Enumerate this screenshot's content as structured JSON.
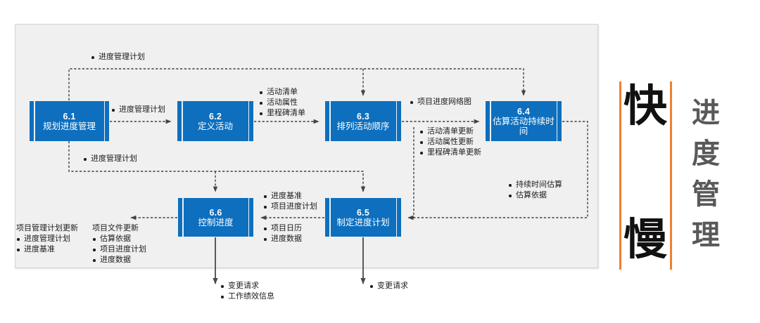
{
  "diagram": {
    "title": "进度管理",
    "side_marks": [
      "快",
      "慢"
    ],
    "accent_color": "#ef8030",
    "box_color": "#0d6fbe",
    "panel_color": "#f0f0f0",
    "processes": [
      {
        "id": "6.1",
        "number": "6.1",
        "name": "规划进度管理"
      },
      {
        "id": "6.2",
        "number": "6.2",
        "name": "定义活动"
      },
      {
        "id": "6.3",
        "number": "6.3",
        "name": "排列活动顺序"
      },
      {
        "id": "6.4",
        "number": "6.4",
        "name": "估算活动持续时间"
      },
      {
        "id": "6.5",
        "number": "6.5",
        "name": "制定进度计划"
      },
      {
        "id": "6.6",
        "number": "6.6",
        "name": "控制进度"
      }
    ],
    "labels": {
      "top_feedback": "进度管理计划",
      "p61_to_p62": "进度管理计划",
      "p61_to_p66": "进度管理计划",
      "p62_to_p63": [
        "活动清单",
        "活动属性",
        "里程碑清单"
      ],
      "p63_to_p64": "项目进度网络图",
      "p63_updates": [
        "活动清单更新",
        "活动属性更新",
        "里程碑清单更新"
      ],
      "p64_to_p65": [
        "持续时间估算",
        "估算依据"
      ],
      "p65_to_p66_top": [
        "进度基准",
        "项目进度计划"
      ],
      "p65_to_p66_bottom": [
        "项目日历",
        "进度数据"
      ],
      "p66_out_left_group1_header": "项目管理计划更新",
      "p66_out_left_group1": [
        "进度管理计划",
        "进度基准"
      ],
      "p66_out_left_group2_header": "项目文件更新",
      "p66_out_left_group2": [
        "估算依据",
        "项目进度计划",
        "进度数据"
      ],
      "p66_out_bottom": [
        "变更请求",
        "工作绩效信息"
      ],
      "p65_out_bottom": [
        "变更请求"
      ]
    }
  }
}
